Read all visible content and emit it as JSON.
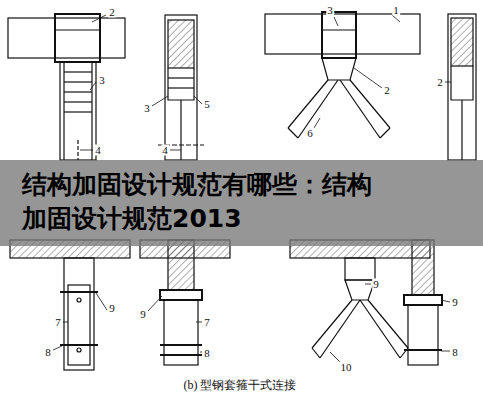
{
  "diagram": {
    "title": "结构加固设计规范有哪些：结构加固设计规范2013",
    "caption": "(b) 型钢套箍干式连接",
    "labels": [
      "2",
      "3",
      "4",
      "3",
      "5",
      "4",
      "3",
      "1",
      "2",
      "6",
      "2",
      "7",
      "9",
      "8",
      "9",
      "7",
      "8",
      "9",
      "10",
      "9",
      "8"
    ]
  }
}
